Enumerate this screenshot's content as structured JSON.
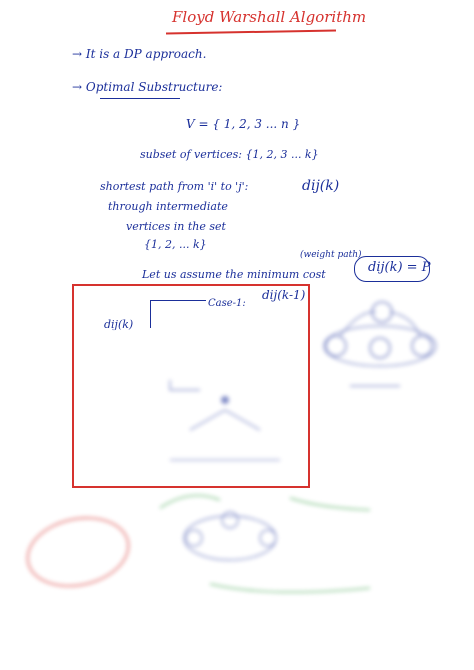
{
  "title": "Floyd Warshall Algorithm",
  "lines": {
    "dp": "→ It is a DP approach.",
    "optimal": "→ Optimal Substructure:",
    "vertex_set": "V = { 1, 2, 3 ... n }",
    "subset": "subset of vertices: {1, 2, 3 ... k}",
    "sp_line1": "shortest path from 'i' to 'j':",
    "sp_line2": "through intermediate",
    "sp_line3": "vertices in the set",
    "sp_line4": "{1, 2, ... k}",
    "d_symbol": "dij(k)",
    "weight_note": "(weight path)",
    "assume": "Let us assume the minimum cost",
    "assume_eq": "dij(k) = P",
    "dk_left": "dij(k)",
    "case1": "Case-1:",
    "case1_d": "dij(k-1)"
  },
  "colors": {
    "ink_blue": "#1b2f9a",
    "ink_red": "#d6322e",
    "ink_green": "#2a9a3a"
  }
}
